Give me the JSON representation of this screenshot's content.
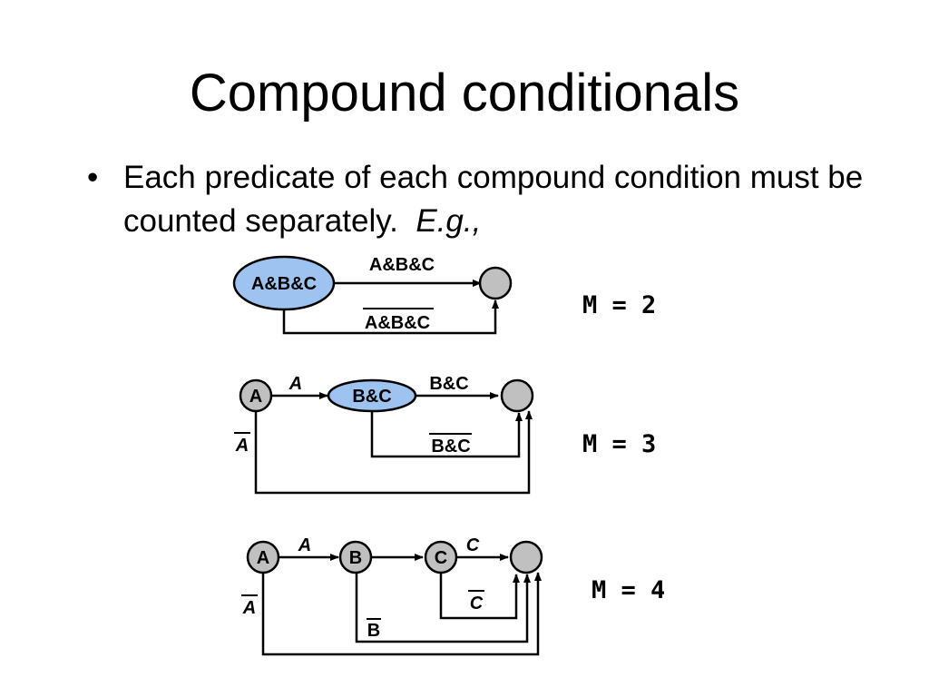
{
  "slide": {
    "title": "Compound conditionals",
    "bullet": {
      "marker": "•",
      "text": "Each predicate of each compound condition must be counted separately.",
      "eg": "E.g.,"
    }
  },
  "diagrams": {
    "d1": {
      "node": "A&B&C",
      "true_edge": "A&B&C",
      "false_edge": "A&B&C",
      "metric": "M = 2"
    },
    "d2": {
      "node_a": "A",
      "node_bc": "B&C",
      "edge_a": "A",
      "edge_bc": "B&C",
      "edge_not_a": "A",
      "edge_not_bc": "B&C",
      "metric": "M = 3"
    },
    "d3": {
      "node_a": "A",
      "node_b": "B",
      "node_c": "C",
      "edge_a": "A",
      "edge_c": "C",
      "edge_not_a": "A",
      "edge_not_b": "B",
      "edge_not_c": "C",
      "metric": "M = 4"
    }
  },
  "colors": {
    "predicate_node_fill": "#9ec3f0",
    "plain_node_fill": "#c0c0c0"
  }
}
